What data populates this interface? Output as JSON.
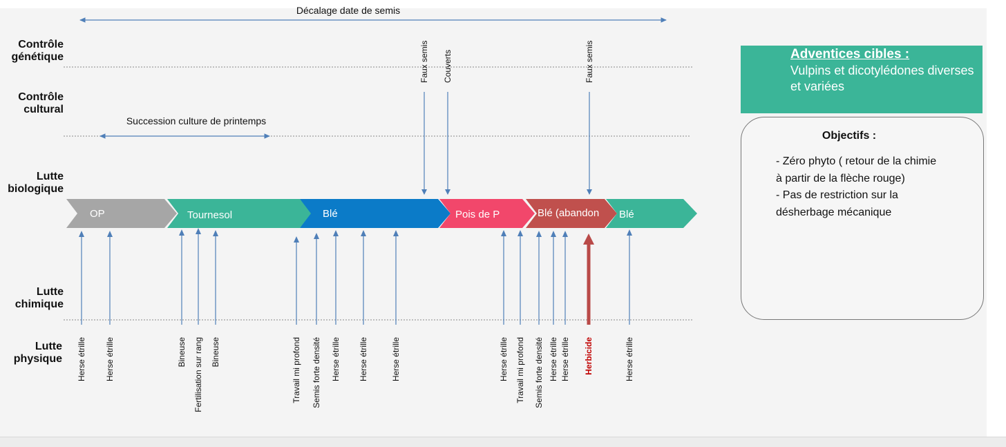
{
  "title": "Décalage date de semis",
  "rows": [
    {
      "id": "genetique",
      "label": "Contrôle\ngénétique"
    },
    {
      "id": "cultural",
      "label": "Contrôle\ncultural"
    },
    {
      "id": "biologique",
      "label": "Lutte\nbiologique"
    },
    {
      "id": "chimique",
      "label": "Lutte\nchimique"
    },
    {
      "id": "physique",
      "label": "Lutte\nphysique"
    }
  ],
  "succession_label": "Succession culture de printemps",
  "crops": [
    {
      "label": "OP",
      "color": "#a6a6a6"
    },
    {
      "label": "Tournesol",
      "color": "#3bb598"
    },
    {
      "label": "Blé",
      "color": "#0b7bc8"
    },
    {
      "label": "Pois de P",
      "color": "#f2476b"
    },
    {
      "label": "Blé (abandon",
      "color": "#c0504d"
    },
    {
      "label": "Blé",
      "color": "#3bb598"
    }
  ],
  "top_interventions": [
    "Faux semis",
    "Couverts",
    "Faux semis"
  ],
  "bottom_interventions": [
    {
      "labels": [
        "Herse étrille"
      ]
    },
    {
      "labels": [
        "Herse étrille"
      ]
    },
    {
      "labels": [
        "Bineuse"
      ]
    },
    {
      "labels": [
        "Fertilisation sur rang"
      ]
    },
    {
      "labels": [
        "Bineuse"
      ]
    },
    {
      "labels": [
        "Travail mi profond"
      ]
    },
    {
      "labels": [
        "Semis forte densité"
      ]
    },
    {
      "labels": [
        "Herse étrille"
      ]
    },
    {
      "labels": [
        "Herse étrille"
      ]
    },
    {
      "labels": [
        "Herse étrille"
      ]
    },
    {
      "labels": [
        "Herse étrille"
      ]
    },
    {
      "labels": [
        "Travail mi profond"
      ]
    },
    {
      "labels": [
        "Semis forte densité"
      ]
    },
    {
      "labels": [
        "Herse étrille"
      ]
    },
    {
      "labels": [
        "Herse étrille"
      ]
    },
    {
      "labels": [
        "Herbicide"
      ],
      "color": "#c00000",
      "chemical": true
    },
    {
      "labels": [
        "Herse étrille"
      ]
    }
  ],
  "colors": {
    "arrow": "#4f7fb8",
    "herbicide_arrow": "#b94a48",
    "herbicide_text": "#c00000"
  },
  "target_box": {
    "title": "Adventices cibles :",
    "text": "Vulpins et dicotylédones diverses et variées"
  },
  "objectives": {
    "title": "Objectifs :",
    "items": [
      "- Zéro phyto ( retour de la chimie à partir de la flèche rouge)",
      "- Pas de restriction sur la désherbage mécanique"
    ]
  }
}
